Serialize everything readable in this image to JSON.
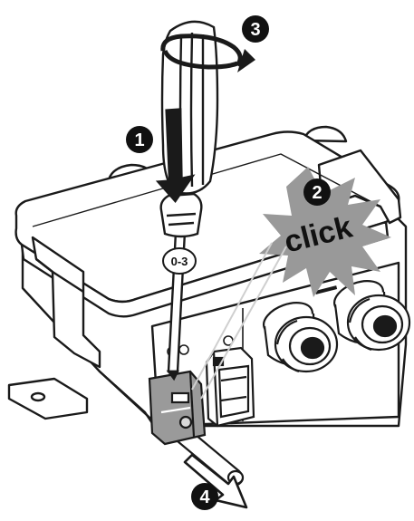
{
  "steps": {
    "step1": "1",
    "step2": "2",
    "step3": "3",
    "step4": "4"
  },
  "click_text": "click",
  "torque_label": "0-3",
  "colors": {
    "outline": "#1a1a1a",
    "fill": "#ffffff",
    "step_badge": "#111111",
    "step_badge_text": "#ffffff",
    "burst": "#999999",
    "click_text": "#111111",
    "gray_shade": "#d9d9d9",
    "connector_gray": "#9a9a9a"
  },
  "icons": {
    "rotation": "curved-arrow-icon",
    "press": "down-arrow-icon",
    "pull": "diagonal-arrow-icon",
    "burst": "starburst-icon"
  }
}
